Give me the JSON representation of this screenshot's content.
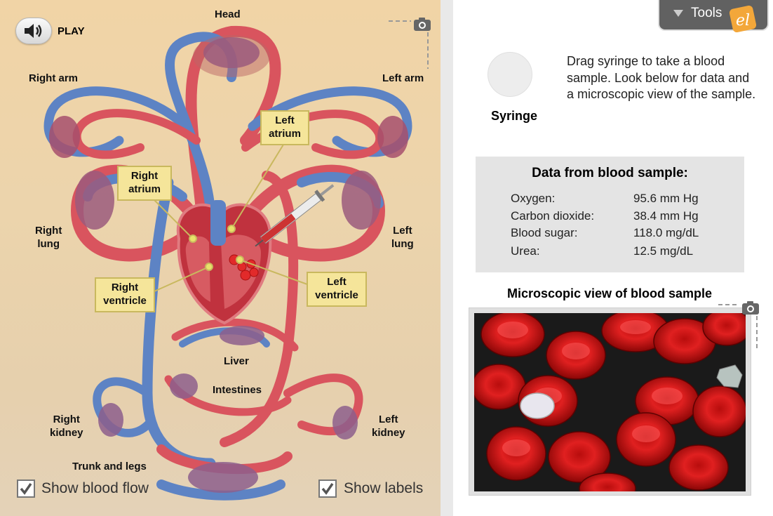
{
  "play": {
    "label": "PLAY",
    "icon": "speaker-icon"
  },
  "diagram": {
    "labels": {
      "head": "Head",
      "right_arm": "Right arm",
      "left_arm": "Left arm",
      "right_lung": "Right\nlung",
      "left_lung": "Left\nlung",
      "liver": "Liver",
      "intestines": "Intestines",
      "right_kidney": "Right\nkidney",
      "left_kidney": "Left\nkidney",
      "trunk_legs": "Trunk and legs"
    },
    "heart_labels": {
      "left_atrium": "Left\natrium",
      "right_atrium": "Right\natrium",
      "right_ventricle": "Right\nventricle",
      "left_ventricle": "Left\nventricle"
    },
    "colors": {
      "artery": "#d9545e",
      "vein": "#5d83c4",
      "heart": "#c0323e",
      "label_box": "#f5e59a"
    }
  },
  "checkboxes": {
    "show_blood_flow": {
      "label": "Show blood flow",
      "checked": true
    },
    "show_labels": {
      "label": "Show labels",
      "checked": true
    }
  },
  "tools": {
    "label": "Tools",
    "icon": "chevron-down-icon",
    "logo": "el"
  },
  "syringe": {
    "label": "Syringe"
  },
  "instructions": "Drag syringe to take a blood sample. Look below for data and a microscopic view of the sample.",
  "blood_data": {
    "title": "Data from blood sample:",
    "rows": [
      {
        "name": "Oxygen:",
        "value": "95.6 mm Hg"
      },
      {
        "name": "Carbon dioxide:",
        "value": "38.4 mm Hg"
      },
      {
        "name": "Blood sugar:",
        "value": "118.0 mg/dL"
      },
      {
        "name": "Urea:",
        "value": "12.5 mg/dL"
      }
    ]
  },
  "microscope": {
    "title": "Microscopic view of blood sample"
  }
}
